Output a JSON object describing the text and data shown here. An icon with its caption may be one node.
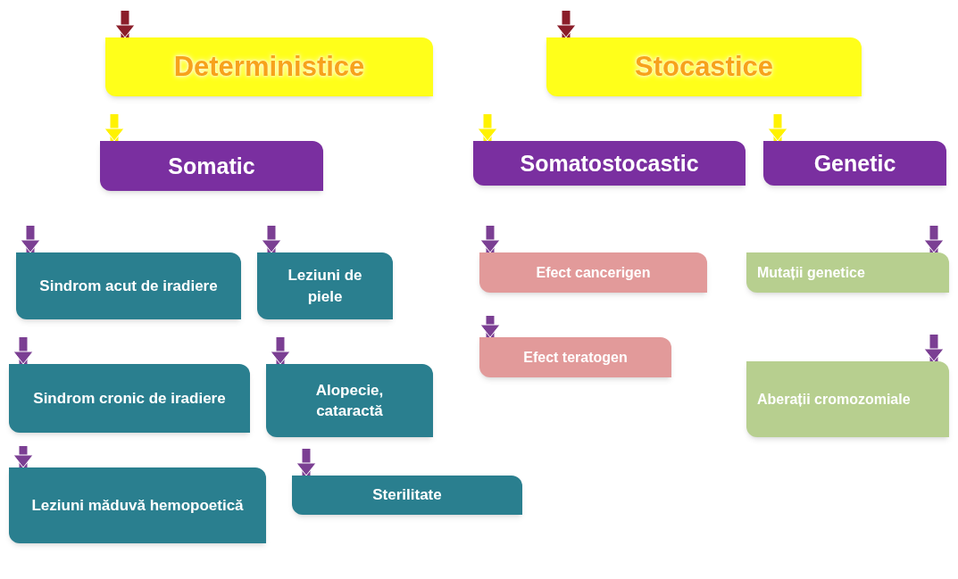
{
  "diagram": {
    "nodes": [
      {
        "text": [
          "Deterministice"
        ]
      },
      {
        "text": [
          "Stocastice"
        ]
      },
      {
        "text": [
          "Somatic"
        ]
      },
      {
        "text": [
          "Somatostocastic"
        ]
      },
      {
        "text": [
          "Genetic"
        ]
      },
      {
        "text": [
          "Sindrom acut de iradiere"
        ]
      },
      {
        "text": [
          "Leziuni de piele"
        ]
      },
      {
        "text": [
          "Sindrom cronic de iradiere"
        ]
      },
      {
        "text": [
          "Alopecie, cataractă"
        ]
      },
      {
        "text": [
          "Leziuni măduvă hemopoetică"
        ]
      },
      {
        "text": [
          "Sterilitate"
        ]
      },
      {
        "text": [
          "Efect cancerigen"
        ]
      },
      {
        "text": [
          "Efect teratogen"
        ]
      },
      {
        "text": [
          "Mutații genetice"
        ]
      },
      {
        "text": [
          "Aberații cromozomiale"
        ]
      }
    ],
    "edges": [
      {
        "from": null,
        "to": 0,
        "arrow": "to",
        "color": "#8b1e2a"
      },
      {
        "from": null,
        "to": 1,
        "arrow": "to",
        "color": "#8b1e2a"
      },
      {
        "from": null,
        "to": 2,
        "arrow": "to",
        "color": "#fff200"
      },
      {
        "from": null,
        "to": 3,
        "arrow": "to",
        "color": "#fff200"
      },
      {
        "from": null,
        "to": 4,
        "arrow": "to",
        "color": "#fff200"
      },
      {
        "from": null,
        "to": 5,
        "arrow": "to"
      },
      {
        "from": null,
        "to": 6,
        "arrow": "to"
      },
      {
        "from": null,
        "to": 7,
        "arrow": "to"
      },
      {
        "from": null,
        "to": 8,
        "arrow": "to"
      },
      {
        "from": null,
        "to": 9,
        "arrow": "to"
      },
      {
        "from": null,
        "to": 10,
        "arrow": "to"
      },
      {
        "from": null,
        "to": 11,
        "arrow": "to"
      },
      {
        "from": null,
        "to": 12,
        "arrow": "to"
      },
      {
        "from": null,
        "to": 13,
        "arrow": "to"
      },
      {
        "from": null,
        "to": 14,
        "arrow": "to"
      }
    ]
  }
}
